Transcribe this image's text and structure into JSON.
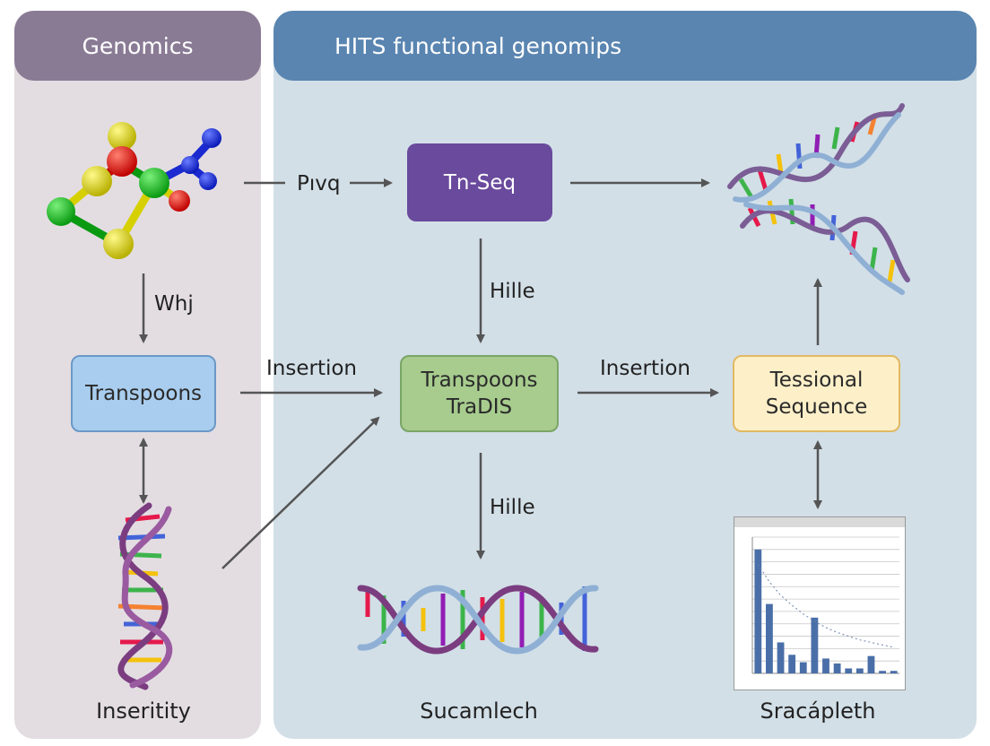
{
  "headers": {
    "left": "Genomics",
    "right": "HITS functional genomips"
  },
  "boxes": {
    "tnseq": "Tn-Seq",
    "transposons": "Transpoons",
    "tradis_line1": "Transpoons",
    "tradis_line2": "TraDIS",
    "tessional_line1": "Tessional",
    "tessional_line2": "Sequence"
  },
  "arrow_labels": {
    "pwq": "Pıvq",
    "whj": "Whj",
    "hille_top": "Hille",
    "hille_bottom": "Hille",
    "insertion_left": "Insertion",
    "insertion_right": "Insertion"
  },
  "captions": {
    "dna_left": "Inseritity",
    "dna_bottom": "Sucamlech",
    "chart": "Sracápleth"
  },
  "colors": {
    "left_panel": "#e3dde2",
    "right_panel": "#d2dfe7",
    "left_header": "#8a7b95",
    "right_header": "#5a85b1",
    "tnseq_box": "#6a4a9d",
    "transposons_box": "#a9cdee",
    "tradis_box": "#a7cc8e",
    "tessional_box": "#fdf0c9",
    "bar": "#4a6fa8"
  },
  "chart_data": {
    "type": "bar",
    "title": "",
    "xlabel": "",
    "ylabel": "",
    "values": [
      100,
      56,
      25,
      15,
      9,
      45,
      12,
      8,
      4,
      4,
      14,
      2,
      2
    ],
    "trend": [
      88,
      74,
      63,
      55,
      48,
      42,
      37,
      33,
      30,
      27,
      25,
      23,
      21
    ],
    "ylim": [
      0,
      110
    ],
    "grid": true
  }
}
